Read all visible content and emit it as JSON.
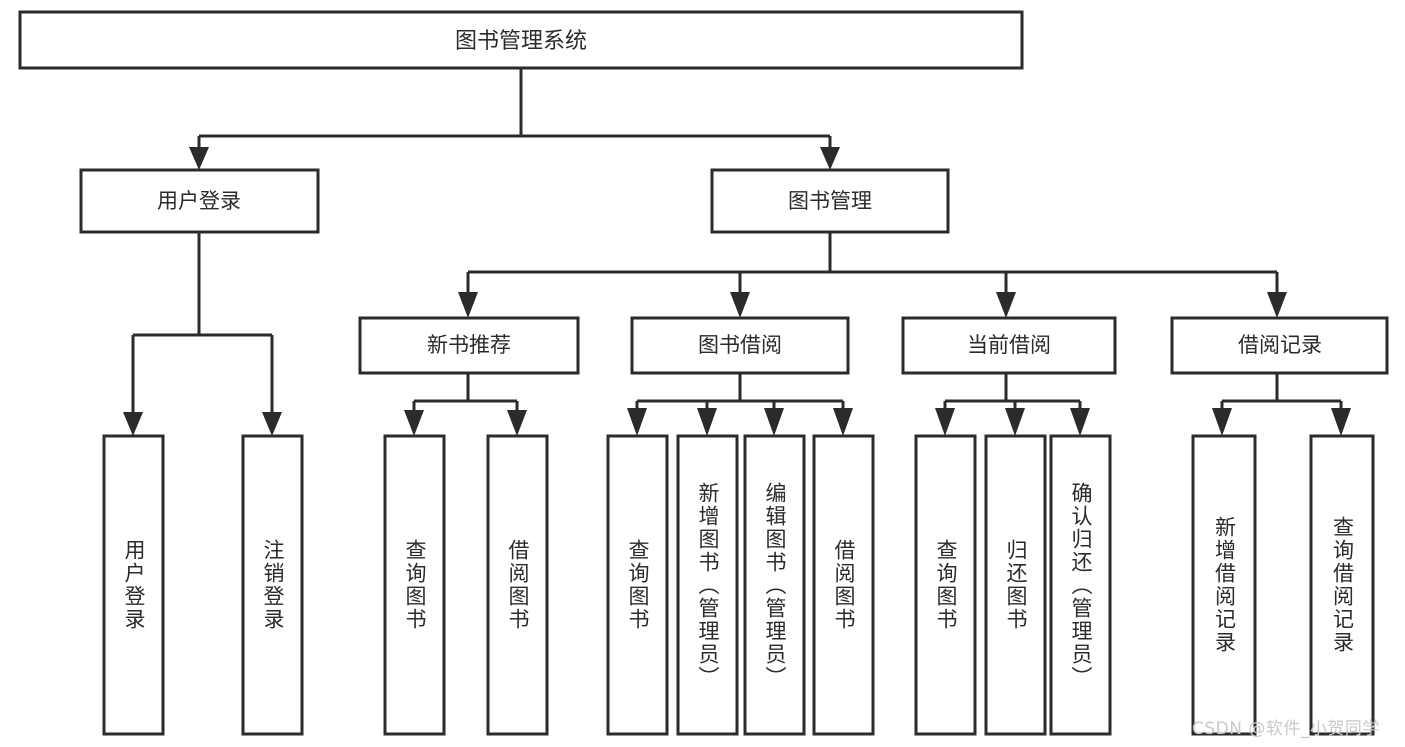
{
  "diagram": {
    "title": "图书管理系统",
    "type": "tree",
    "orientation": "top-down",
    "colors": {
      "background": "#ffffff",
      "box_fill": "#ffffff",
      "box_stroke": "#2b2b2b",
      "connector": "#2b2b2b",
      "text": "#2b2b2b",
      "watermark": "#c9c9c9"
    }
  },
  "nodes": {
    "root": {
      "label": "图书管理系统",
      "level": 1
    },
    "level2": [
      {
        "id": "user-login",
        "label": "用户登录"
      },
      {
        "id": "book-management",
        "label": "图书管理"
      }
    ],
    "level3": [
      {
        "id": "new-book-recommend",
        "label": "新书推荐",
        "parent": "book-management"
      },
      {
        "id": "book-borrow",
        "label": "图书借阅",
        "parent": "book-management"
      },
      {
        "id": "current-borrow",
        "label": "当前借阅",
        "parent": "book-management"
      },
      {
        "id": "borrow-record",
        "label": "借阅记录",
        "parent": "book-management"
      }
    ],
    "leaves": {
      "user-login": [
        {
          "id": "leaf-user-login",
          "label": "用户登录"
        },
        {
          "id": "leaf-user-logout",
          "label": "注销登录"
        }
      ],
      "new-book-recommend": [
        {
          "id": "leaf-query-book-1",
          "label": "查询图书"
        },
        {
          "id": "leaf-borrow-book-1",
          "label": "借阅图书"
        }
      ],
      "book-borrow": [
        {
          "id": "leaf-query-book-2",
          "label": "查询图书"
        },
        {
          "id": "leaf-add-book",
          "label": "新增图书（管理员）"
        },
        {
          "id": "leaf-edit-book",
          "label": "编辑图书（管理员）"
        },
        {
          "id": "leaf-borrow-book-2",
          "label": "借阅图书"
        }
      ],
      "current-borrow": [
        {
          "id": "leaf-query-book-3",
          "label": "查询图书"
        },
        {
          "id": "leaf-return-book",
          "label": "归还图书"
        },
        {
          "id": "leaf-confirm-return",
          "label": "确认归还（管理员）"
        }
      ],
      "borrow-record": [
        {
          "id": "leaf-add-record",
          "label": "新增借阅记录"
        },
        {
          "id": "leaf-query-record",
          "label": "查询借阅记录"
        }
      ]
    }
  },
  "watermark": {
    "text": "CSDN @软件_小贺同学"
  }
}
